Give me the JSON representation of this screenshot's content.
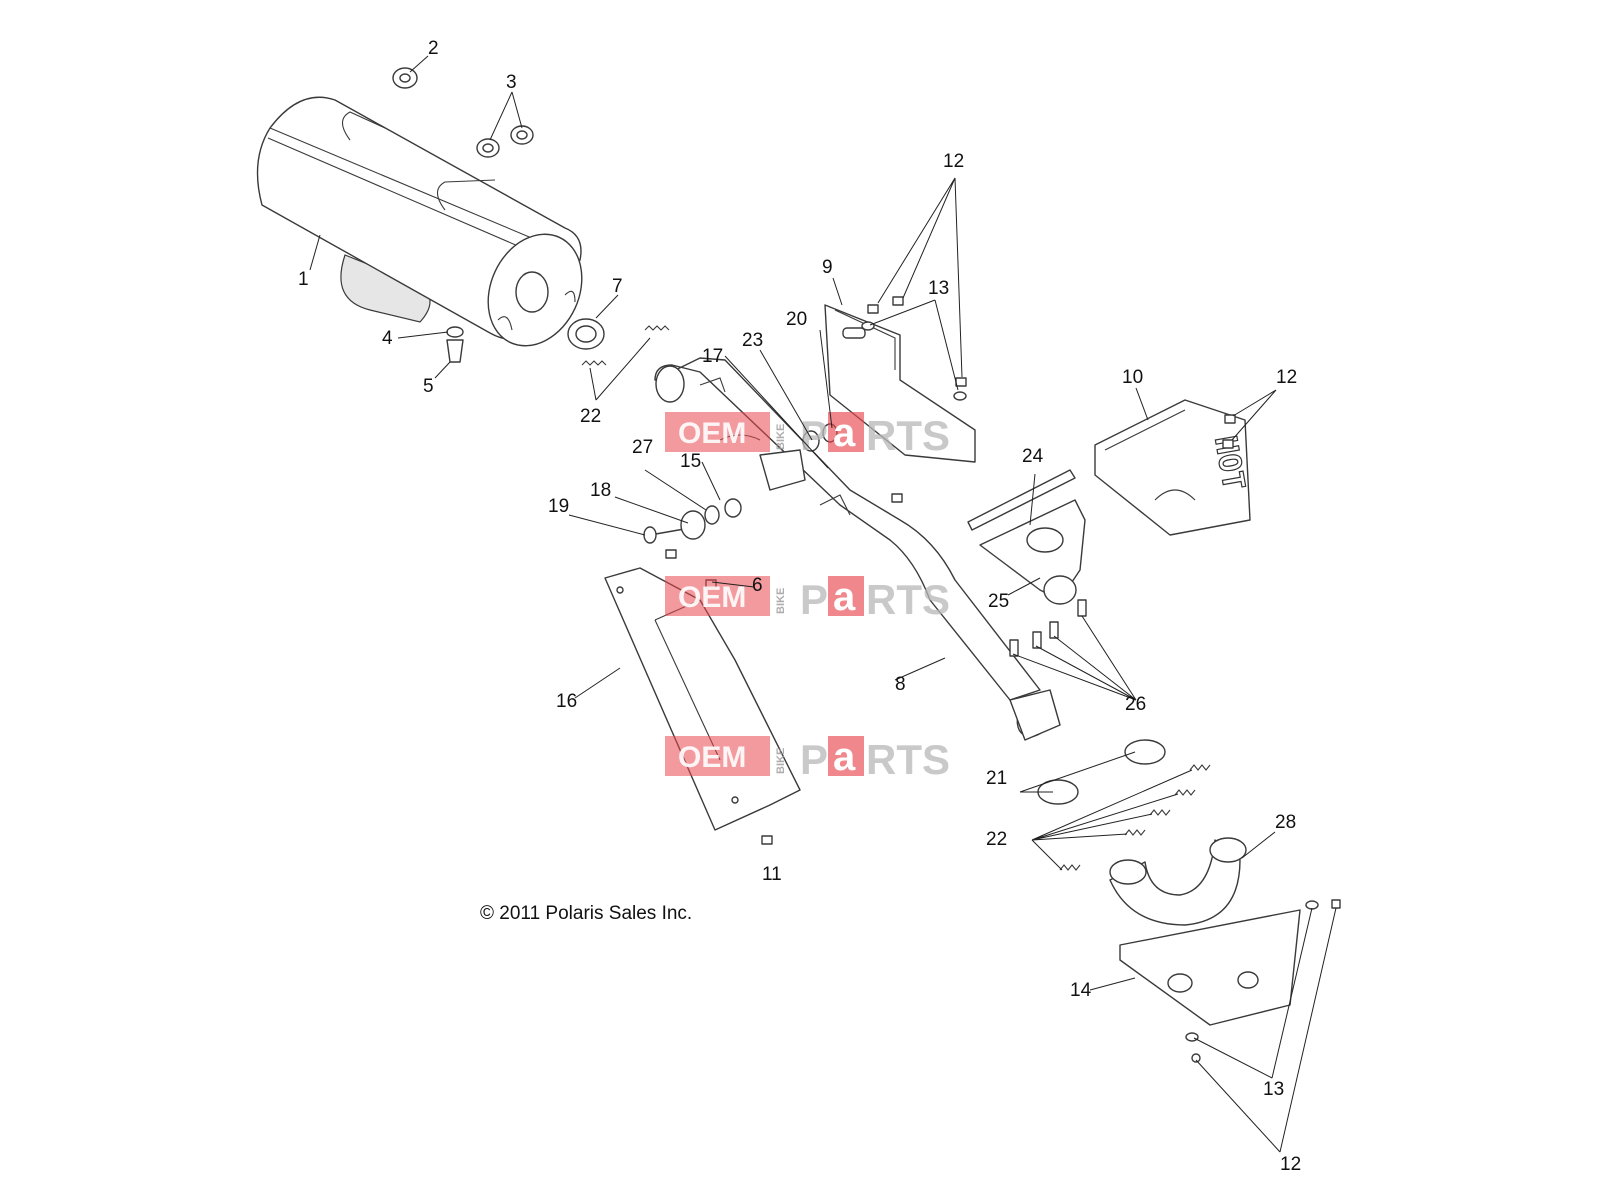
{
  "callouts": {
    "c1": "1",
    "c2": "2",
    "c3": "3",
    "c4": "4",
    "c5": "5",
    "c6": "6",
    "c7": "7",
    "c8": "8",
    "c9": "9",
    "c10": "10",
    "c11": "11",
    "c12a": "12",
    "c12b": "12",
    "c12c": "12",
    "c13a": "13",
    "c13b": "13",
    "c14": "14",
    "c15": "15",
    "c16": "16",
    "c17": "17",
    "c18": "18",
    "c19": "19",
    "c20": "20",
    "c21": "21",
    "c22a": "22",
    "c22b": "22",
    "c23": "23",
    "c24": "24",
    "c25": "25",
    "c26": "26",
    "c27": "27",
    "c28": "28"
  },
  "heat_shield_label": "HOT",
  "copyright": "© 2011 Polaris Sales Inc.",
  "watermark": {
    "oem": "OEM",
    "bike": "BIKE",
    "p": "P",
    "a": "a",
    "rts": "RTS"
  }
}
